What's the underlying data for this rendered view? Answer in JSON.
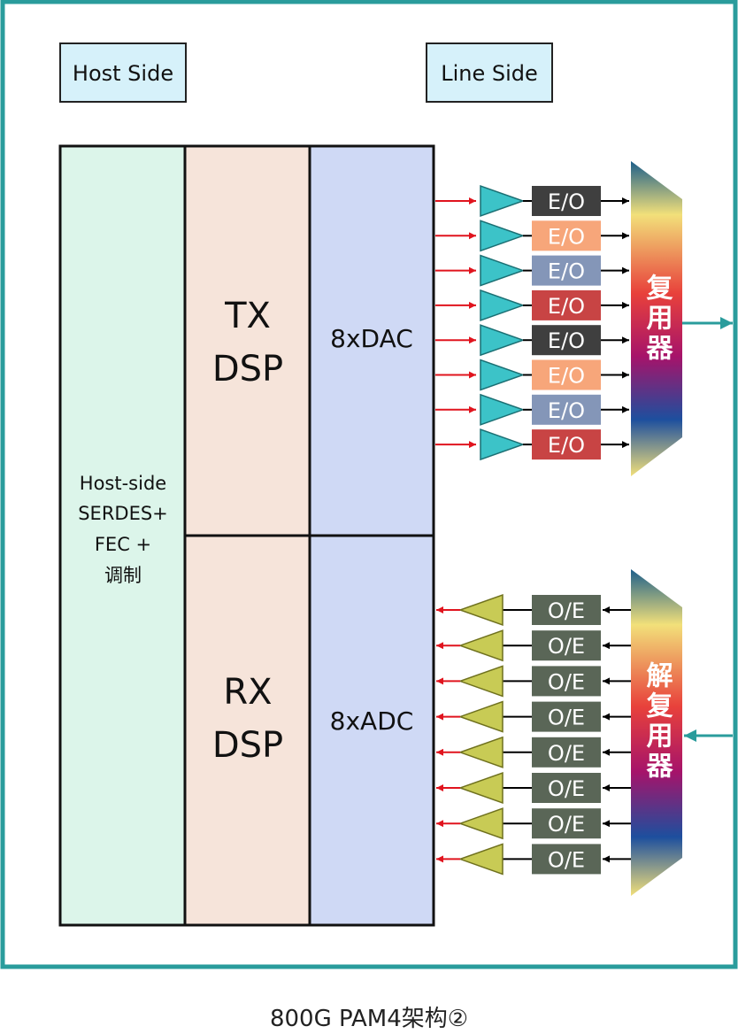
{
  "labels": {
    "host_side": "Host Side",
    "line_side": "Line Side",
    "host_block": [
      "Host-side",
      "SERDES+",
      "FEC +",
      "调制"
    ],
    "tx_dsp": [
      "TX",
      "DSP"
    ],
    "rx_dsp": [
      "RX",
      "DSP"
    ],
    "dac": "8xDAC",
    "adc": "8xADC",
    "mux": "复用器",
    "demux": "解复用器",
    "caption": "800G PAM4架构②"
  },
  "tx_lanes": [
    {
      "label": "E/O",
      "color": "#3f3f3f"
    },
    {
      "label": "E/O",
      "color": "#f7a67a"
    },
    {
      "label": "E/O",
      "color": "#8496b8"
    },
    {
      "label": "E/O",
      "color": "#c84444"
    },
    {
      "label": "E/O",
      "color": "#3f3f3f"
    },
    {
      "label": "E/O",
      "color": "#f7a67a"
    },
    {
      "label": "E/O",
      "color": "#8496b8"
    },
    {
      "label": "E/O",
      "color": "#c84444"
    }
  ],
  "rx_lanes": [
    {
      "label": "O/E",
      "color": "#5a6657"
    },
    {
      "label": "O/E",
      "color": "#5a6657"
    },
    {
      "label": "O/E",
      "color": "#5a6657"
    },
    {
      "label": "O/E",
      "color": "#5a6657"
    },
    {
      "label": "O/E",
      "color": "#5a6657"
    },
    {
      "label": "O/E",
      "color": "#5a6657"
    },
    {
      "label": "O/E",
      "color": "#5a6657"
    },
    {
      "label": "O/E",
      "color": "#5a6657"
    }
  ],
  "colors": {
    "frame": "#2a9c9c",
    "label_box": "#d6f1fa",
    "host_fill": "#dcf5ea",
    "dsp_fill": "#f6e4da",
    "conv_fill": "#cfd9f5",
    "tx_driver": "#3cc3c8",
    "rx_amp": "#c8cb55",
    "arrow_red": "#e0141e",
    "fiber": "#2a9c9c"
  }
}
